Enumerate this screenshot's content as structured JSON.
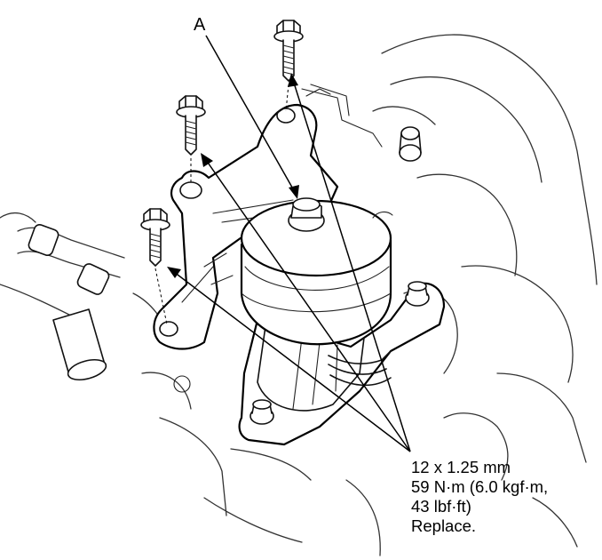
{
  "callout_label": "A",
  "spec": {
    "bolt_size": "12 x 1.25 mm",
    "torque_metric": "59 N·m (6.0 kgf·m,",
    "torque_imperial": "43 lbf·ft)",
    "instruction": "Replace."
  },
  "icons": {
    "bolts": [
      "flange-bolt-icon",
      "flange-bolt-icon",
      "flange-bolt-icon"
    ],
    "mount": "engine-mount-icon"
  }
}
